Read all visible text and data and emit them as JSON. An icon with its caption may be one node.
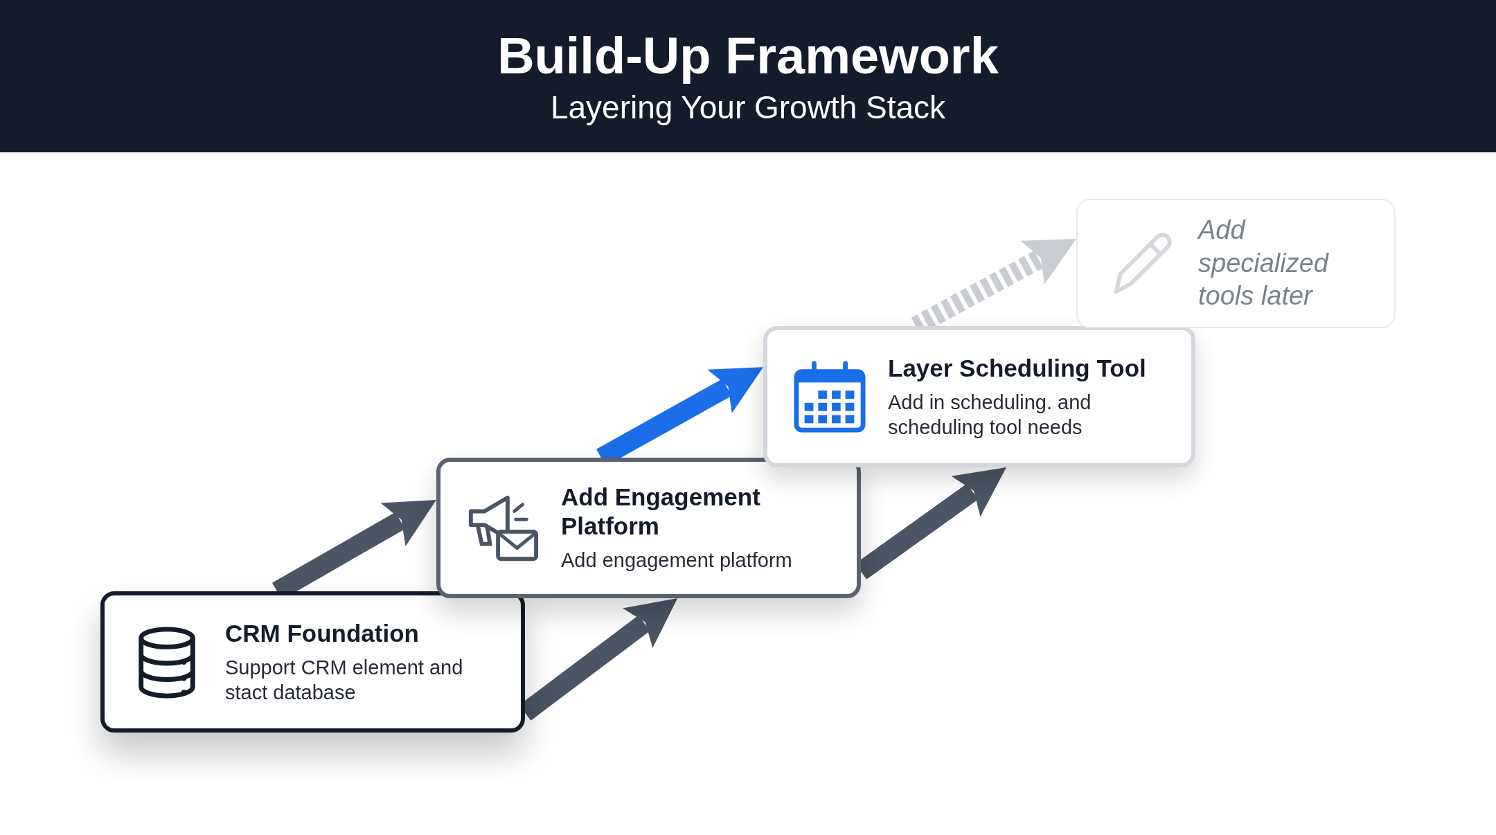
{
  "diagram": {
    "title": "Build-Up Framework",
    "nodes": [
      {
        "text": [
          "CRM Foundation",
          "Support CRM element and stact database"
        ]
      },
      {
        "text": [
          "Add Engagement Platform",
          "Add engagement platform"
        ]
      },
      {
        "text": [
          "Layer Scheduling Tool",
          "Add in scheduling. and scheduling tool needs"
        ]
      },
      {
        "text": [
          "Add specialized tools later"
        ]
      }
    ],
    "edges": [
      {
        "from": 0,
        "to": 1,
        "arrow": "to"
      },
      {
        "from": 0,
        "to": 1,
        "arrow": "to"
      },
      {
        "from": 1,
        "to": 2,
        "arrow": "to",
        "color": "#1a6fe8"
      },
      {
        "from": 1,
        "to": 2,
        "arrow": "to"
      },
      {
        "from": 2,
        "to": 3,
        "arrow": "to",
        "style": "dashed",
        "color": "#c9cdd3"
      }
    ],
    "labels": [
      "Layering Your Growth Stack"
    ]
  }
}
